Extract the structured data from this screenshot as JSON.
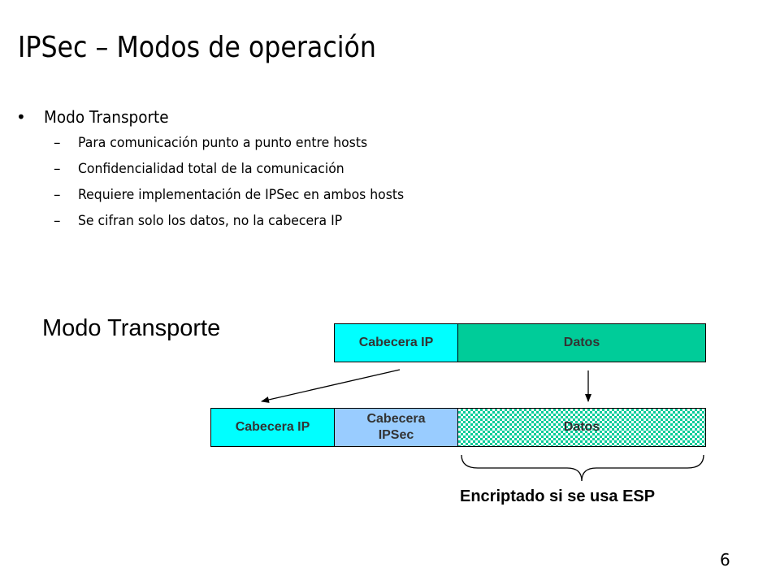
{
  "slide": {
    "title": "IPSec – Modos de operación",
    "page_number": "6"
  },
  "bullets": {
    "main": {
      "marker": "•",
      "text": "Modo Transporte"
    },
    "sub_marker": "–",
    "sub_items": [
      "Para comunicación punto a punto entre hosts",
      "Confidencialidad total de la comunicación",
      "Requiere implementación de IPSec en ambos hosts",
      "Se cifran solo los datos, no la cabecera IP"
    ]
  },
  "diagram": {
    "title": "Modo Transporte",
    "original_packet": {
      "ip_header": "Cabecera IP",
      "data": "Datos"
    },
    "transport_packet": {
      "ip_header": "Cabecera IP",
      "ipsec_header_line1": "Cabecera",
      "ipsec_header_line2": "IPSec",
      "data": "Datos"
    },
    "brace_label": "Encriptado si se usa ESP"
  },
  "colors": {
    "ip_header": "#00ffff",
    "data": "#00cc99",
    "ipsec_header": "#99ccff",
    "box_text": "#333333"
  }
}
